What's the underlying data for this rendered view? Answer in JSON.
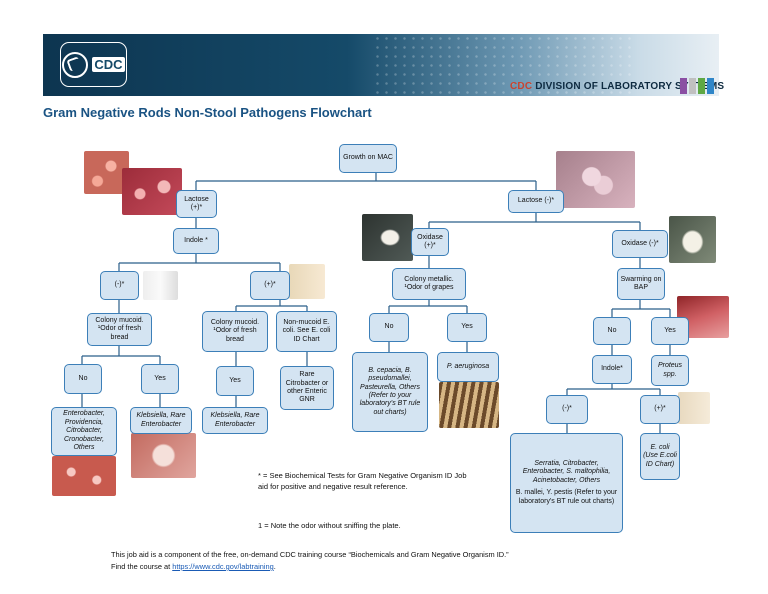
{
  "header": {
    "logo_text": "CDC",
    "division_prefix": "CDC",
    "division_text": "DIVISION OF LABORATORY SYSTEMS",
    "stripe_colors": [
      "#8a4fa3",
      "#c0c0c0",
      "#5fa844",
      "#2f86c8"
    ]
  },
  "title": "Gram Negative Rods Non-Stool Pathogens Flowchart",
  "nodes": {
    "growth": "Growth on MAC",
    "lac_pos": "Lactose (+)*",
    "lac_neg": "Lactose (-)*",
    "indole1": "Indole *",
    "ind_neg": "(-)*",
    "ind_pos": "(+)*",
    "mucoid_bread": "Colony mucoid. ¹Odor of fresh bread",
    "no1": "No",
    "yes1": "Yes",
    "enterobacter_list": "Enterobacter, Providencia, Citrobacter, Cronobacter, Others",
    "klebsiella1": "Klebsiella, Rare Enterobacter",
    "mucoid_bread2": "Colony mucoid. ¹Odor of fresh bread",
    "yes2": "Yes",
    "klebsiella2": "Klebsiella, Rare Enterobacter",
    "nonmucoid": "Non-mucoid E. coli. See E. coli ID Chart",
    "rare_citro": "Rare Citrobacter or other Enteric GNR",
    "oxidase_pos": "Oxidase (+)*",
    "oxidase_neg": "Oxidase (-)*",
    "metallic": "Colony metallic. ¹Odor of grapes",
    "no3": "No",
    "yes3": "Yes",
    "bcepacia": "B. cepacia, B. pseudomallei, Pasteurella, Others (Refer to your laboratory's BT rule out charts)",
    "paeruginosa": "P. aeruginosa",
    "swarming": "Swarming on BAP",
    "no4": "No",
    "yes4": "Yes",
    "proteus": "Proteus spp.",
    "indole2": "Indole*",
    "ind2_neg": "(-)*",
    "ind2_pos": "(+)*",
    "serratia": "Serratia, Citrobacter, Enterobacter, S. maltophilia, Acinetobacter, Others",
    "serratia2": "B. mallei, Y. pestis (Refer to your laboratory's BT rule out charts)",
    "ecoli": "E. coli (Use E.coli ID Chart)"
  },
  "notes": {
    "asterisk": "* = See Biochemical Tests for Gram Negative Organism ID Job aid for positive and negative result reference.",
    "one": "1 = Note the odor without sniffing the plate."
  },
  "footer": {
    "line1": "This job aid is a component of the free, on-demand CDC training course “Biochemicals and Gram Negative Organism ID.”",
    "line2_prefix": "Find the course at ",
    "link": "https://www.cdc.gov/labtraining",
    "line2_suffix": "."
  }
}
